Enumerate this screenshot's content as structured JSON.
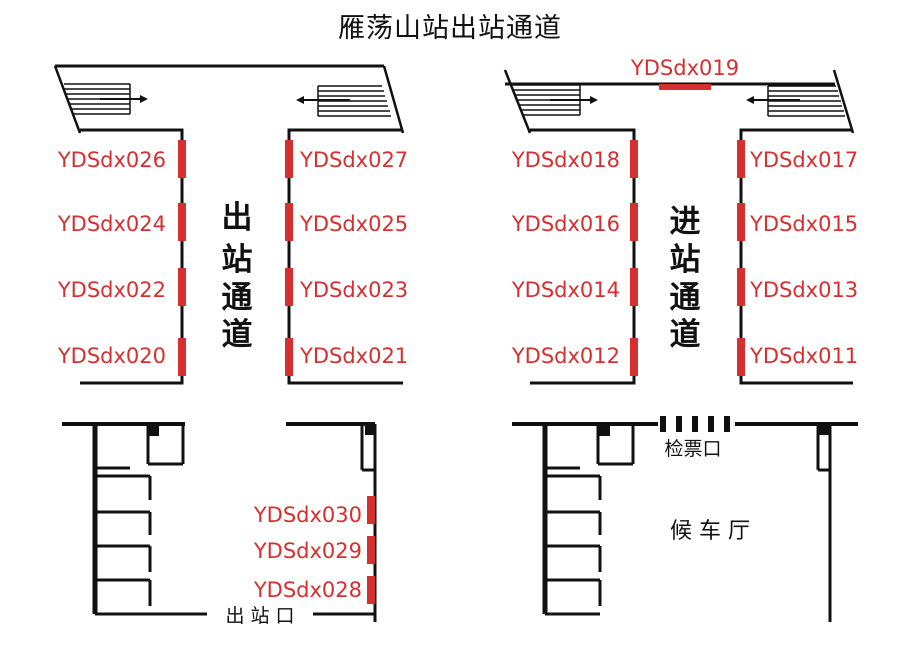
{
  "title": "雁荡山站出站通道",
  "left_passage": {
    "label": "出站通道",
    "left_codes": [
      "YDSdx026",
      "YDSdx024",
      "YDSdx022",
      "YDSdx020"
    ],
    "right_codes": [
      "YDSdx027",
      "YDSdx025",
      "YDSdx023",
      "YDSdx021"
    ]
  },
  "right_passage": {
    "label": "进站通道",
    "top_code": "YDSdx019",
    "left_codes": [
      "YDSdx018",
      "YDSdx016",
      "YDSdx014",
      "YDSdx012"
    ],
    "right_codes": [
      "YDSdx017",
      "YDSdx015",
      "YDSdx013",
      "YDSdx011"
    ]
  },
  "exit_area": {
    "codes": [
      "YDSdx030",
      "YDSdx029",
      "YDSdx028"
    ],
    "exit_label": "出 站 口"
  },
  "entry_area": {
    "ticket_label": "检票口",
    "hall_label": "候 车 厅"
  },
  "colors": {
    "marker": "#d52f2f",
    "code_text": "#d52f2f",
    "wall": "#111111"
  }
}
